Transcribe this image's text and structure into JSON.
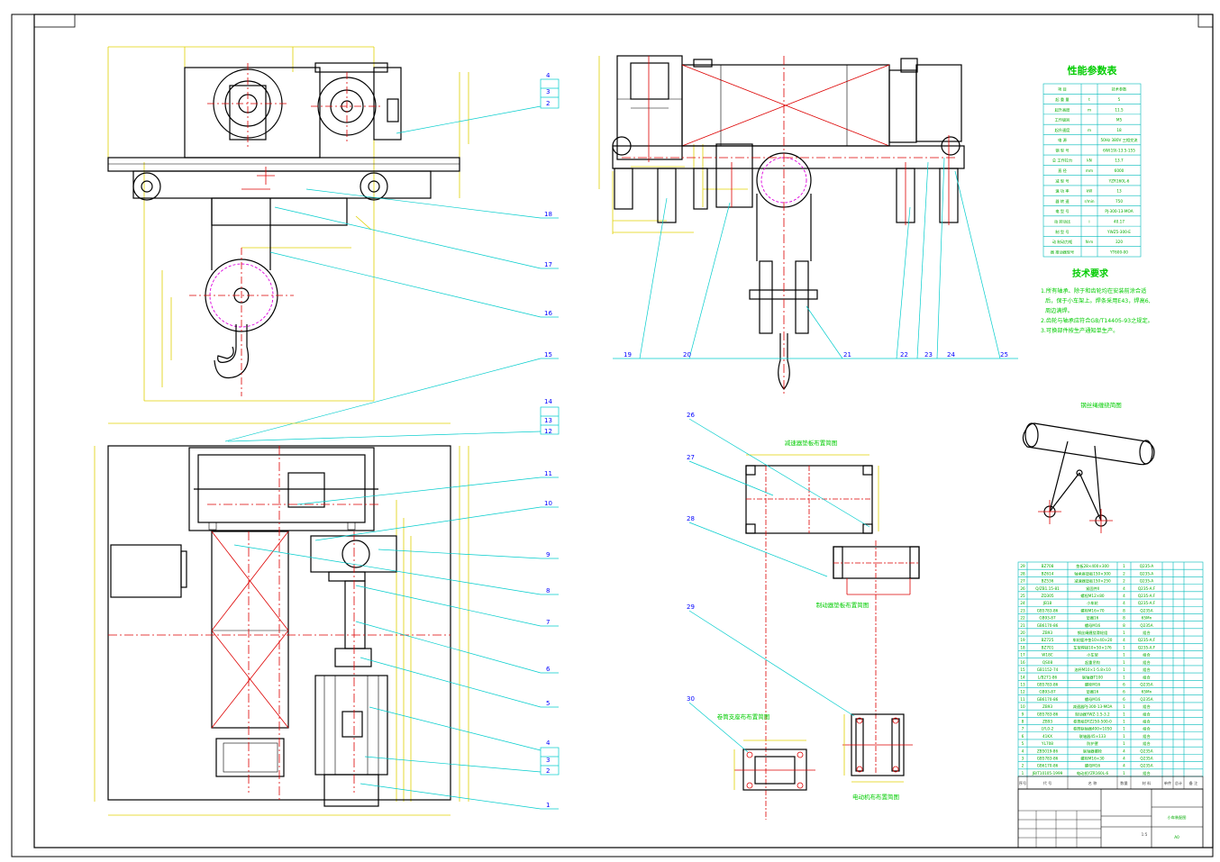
{
  "drawing": {
    "perf_table_title": "性能参数表",
    "perf_rows": [
      [
        "项  目",
        "",
        "技术参数"
      ],
      [
        "起 重 量",
        "t",
        "5"
      ],
      [
        "起升高度",
        "m",
        "11.5"
      ],
      [
        "工作级别",
        "",
        "M5"
      ],
      [
        "起升速度",
        "m",
        "18"
      ],
      [
        "电  源",
        "",
        "50Hz 380V 三相交流"
      ],
      [
        "钢  型 号",
        "",
        "6W(19)-13.5-155"
      ],
      [
        "总 工作拉力",
        "kN",
        "13.7"
      ],
      [
        "直  径",
        "mm",
        "6000"
      ],
      [
        "减  型 号",
        "",
        "YZR160L-6"
      ],
      [
        "速  功 率",
        "kW",
        "13"
      ],
      [
        "器  转 速",
        "r/min",
        "750"
      ],
      [
        "电 型 号",
        "",
        "PJ-300-13-MOA"
      ],
      [
        "动 转动比",
        "i",
        "40.17"
      ],
      [
        "制  型 号",
        "",
        "YWZ5-300-E"
      ],
      [
        "动 制动力矩",
        "N·m",
        "320"
      ],
      [
        "器 推动器型号",
        "",
        "YT600-00"
      ]
    ],
    "tech_title": "技术要求",
    "tech_lines": [
      "1.所有轴承、除于和齿轮均在安装前涂合适",
      "后，保于小车架上。焊条采用E43，焊高6,",
      "周边满焊。",
      "2.齿轮与轴承应符合GB/T14405-93之规定。",
      "3.可换部件按生产通知单生产。"
    ],
    "layout_titles": {
      "reducer_pad": "减速器垫板布置简图",
      "brake_pad": "制动器垫板布置简图",
      "bearing_pad": "卷筒支座布布置简图",
      "motor_pad": "电动机布布置简图",
      "rope_winding": "钢丝绳缠绕简图"
    },
    "callouts_left": [
      "4",
      "3",
      "2",
      "18",
      "17",
      "16",
      "15",
      "14",
      "13",
      "12",
      "11",
      "10",
      "9",
      "8",
      "7",
      "6",
      "5",
      "4",
      "3",
      "2",
      "1"
    ],
    "callouts_right_bottom": [
      "19",
      "20",
      "21",
      "22",
      "23",
      "24",
      "25"
    ],
    "callouts_layout": [
      "26",
      "27",
      "28",
      "29",
      "30"
    ],
    "title_block": {
      "drawing_name": "小车装配图",
      "scale": "1:5",
      "sheet_code": "A0",
      "header_cols": [
        "序号",
        "代 号",
        "名 称",
        "数量",
        "材 料",
        "单件",
        "总计",
        "备 注"
      ]
    },
    "bom_rows": [
      [
        "29",
        "BZ708",
        "垫板28×400×300",
        "1",
        "Q235-A"
      ],
      [
        "28",
        "BZ614",
        "轴承座垫板150×300",
        "2",
        "Q235-A"
      ],
      [
        "27",
        "BZ536",
        "减速器垫板150×250",
        "2",
        "Q235-A"
      ],
      [
        "26",
        "Q/ZB1.15-81",
        "紧固件Ⅱ",
        "4",
        "Q235-A.F"
      ],
      [
        "25",
        "ZD305",
        "螺栓M12×80",
        "4",
        "Q235-A.F"
      ],
      [
        "24",
        "JB18",
        "小车轮",
        "4",
        "Q235-A.F"
      ],
      [
        "23",
        "GB5783-86",
        "螺栓M16×70",
        "8",
        "Q235A"
      ],
      [
        "22",
        "GB93-87",
        "垫圈16",
        "8",
        "65Mn"
      ],
      [
        "21",
        "GB6170-86",
        "螺母M16",
        "8",
        "Q235A"
      ],
      [
        "20",
        "ZB93",
        "钢丝绳缠绕滑轮组",
        "1",
        "组合"
      ],
      [
        "19",
        "BZ725",
        "车轮缓冲垫10×40×20",
        "4",
        "Q235-A.F"
      ],
      [
        "18",
        "BZ701",
        "车架焊接10×50×176",
        "1",
        "Q235-A.F"
      ],
      [
        "17",
        "W18C",
        "小车架",
        "1",
        "组合"
      ],
      [
        "16",
        "QS08",
        "起重吊钩",
        "1",
        "组合"
      ],
      [
        "15",
        "GB1152-74",
        "油杯M10×1-5.8×10",
        "1",
        "组合"
      ],
      [
        "14",
        "L/B271-86",
        "联轴器T100",
        "1",
        "组合"
      ],
      [
        "13",
        "GB5783-86",
        "螺栓M16",
        "6",
        "Q235A"
      ],
      [
        "12",
        "GB93-87",
        "垫圈16",
        "6",
        "65Mn"
      ],
      [
        "11",
        "GB6170-86",
        "螺母M16",
        "6",
        "Q235A"
      ],
      [
        "10",
        "ZB93",
        "减速器PJ-300-13-MOA",
        "1",
        "组合"
      ],
      [
        "9",
        "GB5783-86",
        "制动器YWZ-1.5-3.2",
        "1",
        "组合"
      ],
      [
        "8",
        "ZB93",
        "卷筒组DYZ250-500-0",
        "1",
        "组合"
      ],
      [
        "7",
        "LYL0-2",
        "卷筒联轴器400×1050",
        "1",
        "组合"
      ],
      [
        "6",
        "41KX",
        "联轴器45×133",
        "1",
        "组合"
      ],
      [
        "5",
        "YL708",
        "防护罩",
        "1",
        "组合"
      ],
      [
        "4",
        "ZB5019-86",
        "联轴器螺栓",
        "4",
        "Q235A"
      ],
      [
        "3",
        "GB5783-86",
        "螺栓M16×30",
        "4",
        "Q235A"
      ],
      [
        "2",
        "GB6170-86",
        "螺母M16",
        "4",
        "Q235A"
      ],
      [
        "1",
        "JB/T10105-1999",
        "电动机YZR160L-6",
        "1",
        "组合"
      ]
    ]
  }
}
